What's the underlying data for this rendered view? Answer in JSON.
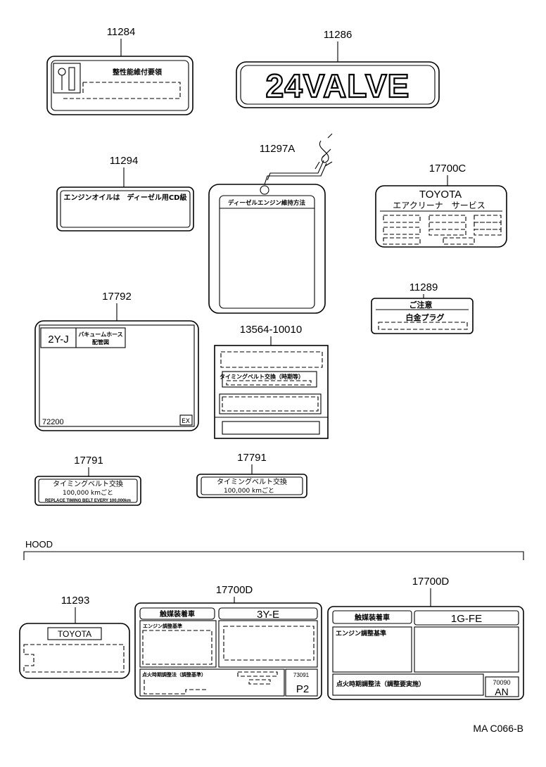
{
  "diagram_code": "MA C066-B",
  "section_label": "HOOD",
  "parts": {
    "p11284": {
      "number": "11284",
      "text": "整性能維付要領"
    },
    "p11286": {
      "number": "11286",
      "emblem": "24VALVE"
    },
    "p11294": {
      "number": "11294",
      "text": "エンジンオイルは　ディーゼル用CD級"
    },
    "p11297a": {
      "number": "11297A",
      "text": "ディーゼルエンジン維持方法"
    },
    "p17700c_top": {
      "number": "17700C",
      "brand": "TOYOTA",
      "text": "エアクリーナ　サービス"
    },
    "p11289": {
      "number": "11289",
      "line1": "ご注意",
      "line2": "白金プラグ"
    },
    "p17792": {
      "number": "17792",
      "engine": "2Y-J",
      "text1": "バキュームホース",
      "text2": "配管図",
      "code": "72200",
      "tag": "EX"
    },
    "p13564": {
      "number": "13564-10010",
      "text": "タイミングベルト交換（時期等）"
    },
    "p17791_a": {
      "number": "17791",
      "line1": "タイミングベルト交換",
      "line2": "100,000 kmごと",
      "line3": "REPLACE TIMING BELT EVERY 100,000km"
    },
    "p17791_b": {
      "number": "17791",
      "line1": "タイミングベルト交換",
      "line2": "100,000 kmごと"
    },
    "p11293": {
      "number": "11293",
      "brand": "TOYOTA"
    },
    "p17700d_mid": {
      "number": "17700D",
      "head": "触媒装着車",
      "engine": "3Y-E",
      "text1": "エンジン調整基準",
      "text2": "点火時期調整法（調整基準）",
      "code": "73091",
      "tag": "P2"
    },
    "p17700d_right": {
      "number": "17700D",
      "head": "触媒装着車",
      "engine": "1G-FE",
      "text1": "エンジン調整基準",
      "text2": "点火時期調整法（調整要実施）",
      "code": "70090",
      "tag": "AN"
    }
  },
  "colors": {
    "ink": "#000000",
    "paper": "#ffffff"
  }
}
